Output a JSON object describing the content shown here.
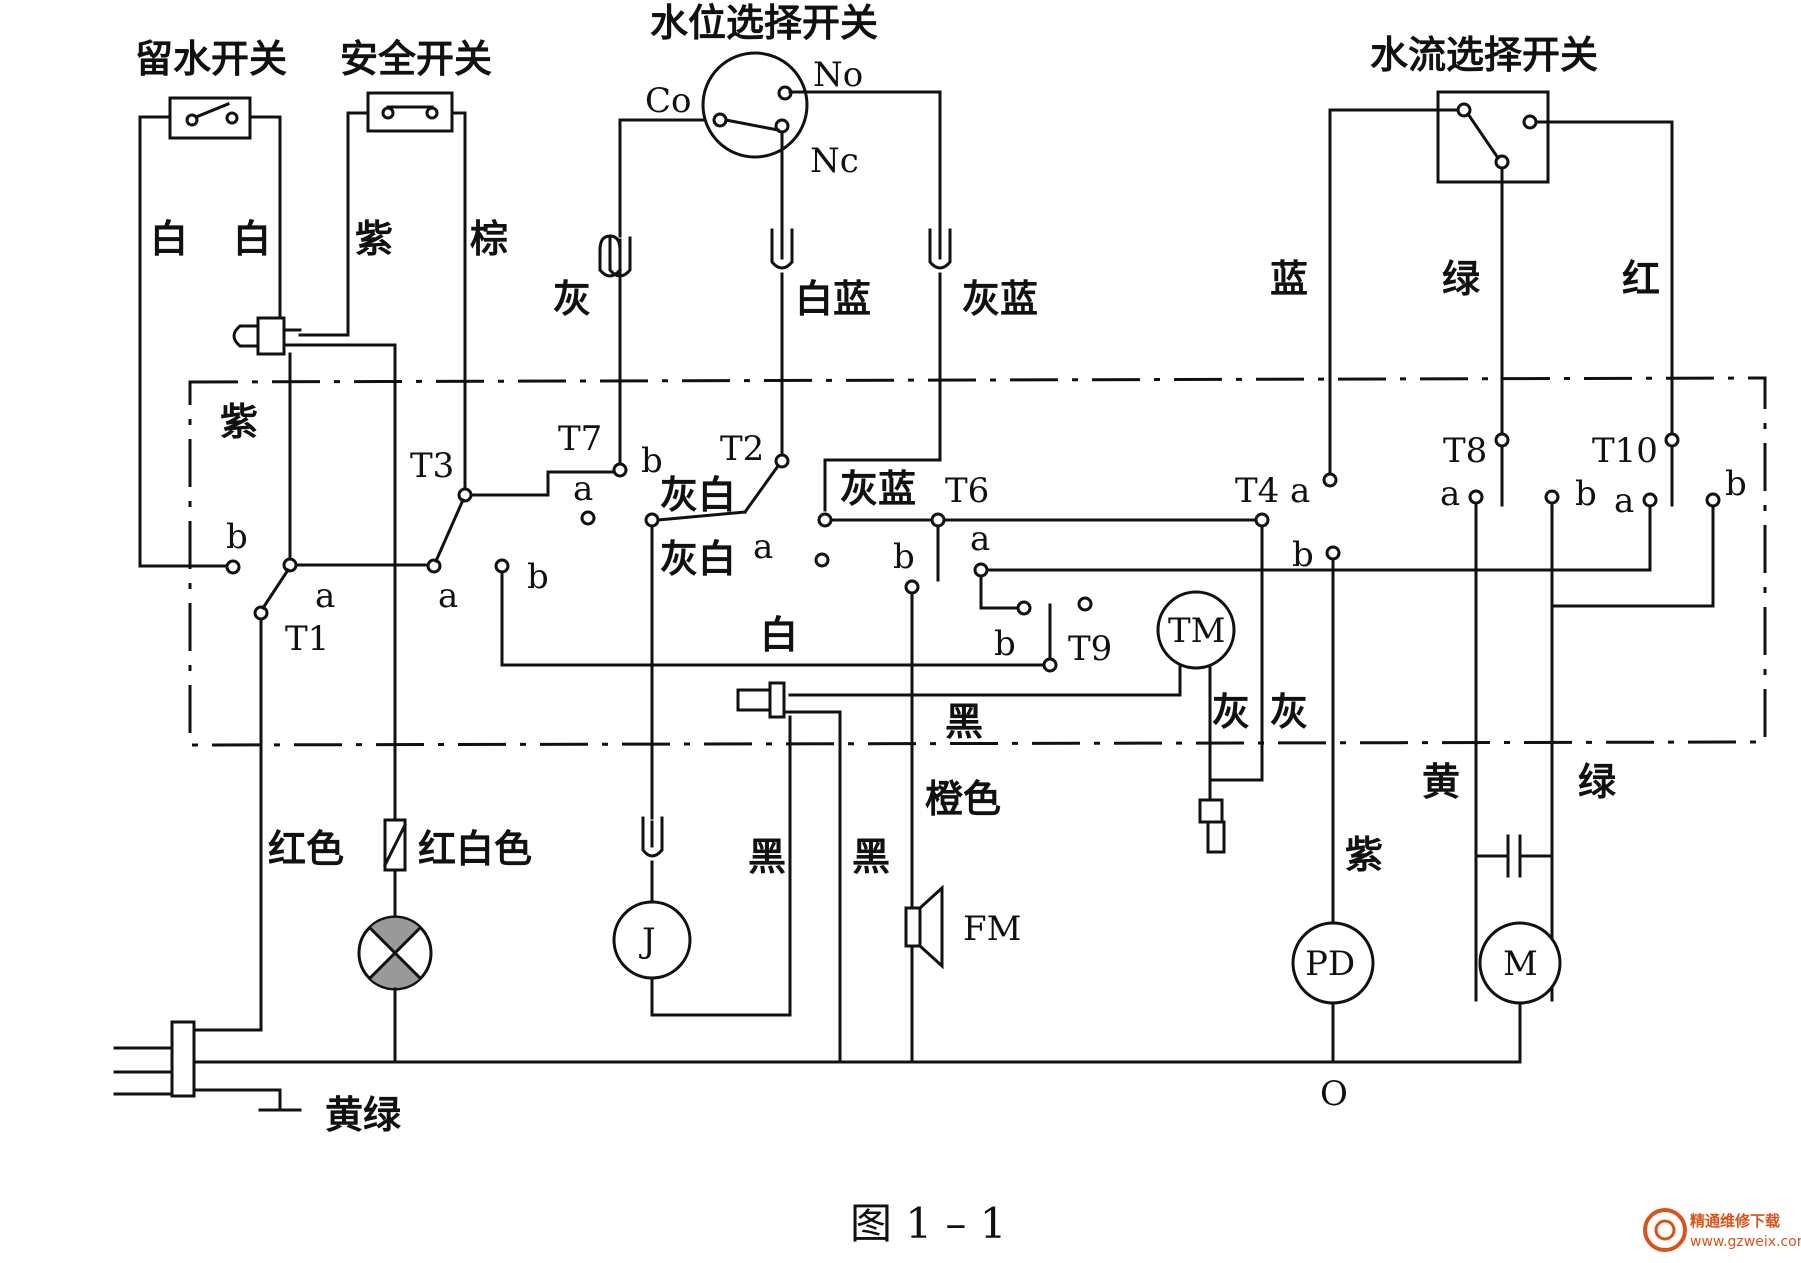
{
  "switches": {
    "retain_water": "留水开关",
    "safety": "安全开关",
    "water_level": "水位选择开关",
    "water_flow": "水流选择开关"
  },
  "contacts": {
    "co": "Co",
    "no": "No",
    "nc": "Nc",
    "t1": "T1",
    "t2": "T2",
    "t3": "T3",
    "t4": "T4",
    "t6": "T6",
    "t7": "T7",
    "t8": "T8",
    "t9": "T9",
    "t10": "T10",
    "a": "a",
    "b": "b"
  },
  "wires": {
    "white": "白",
    "purple": "紫",
    "brown": "棕",
    "gray": "灰",
    "white_blue": "白蓝",
    "gray_blue": "灰蓝",
    "blue": "蓝",
    "green": "绿",
    "red": "红",
    "gray_white": "灰白",
    "black": "黑",
    "orange": "橙色",
    "yellow": "黄",
    "red_color": "红色",
    "red_white": "红白色",
    "yellow_green": "黄绿"
  },
  "components": {
    "timer_motor": "TM",
    "solenoid": "J",
    "buzzer": "FM",
    "drain_pump": "PD",
    "motor": "M",
    "neutral": "O"
  },
  "caption": "图 1 – 1",
  "watermark": {
    "title": "精通维修下载",
    "url": "www.gzweix.com"
  }
}
